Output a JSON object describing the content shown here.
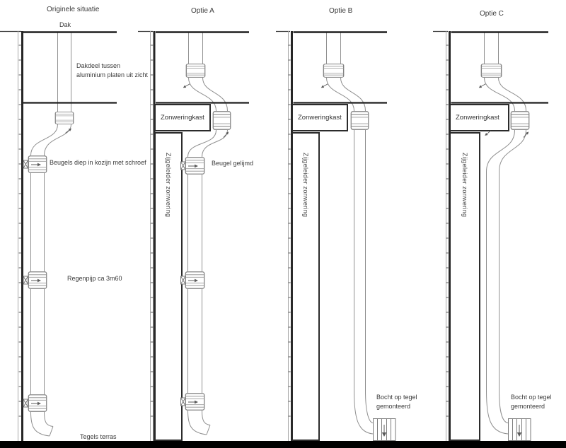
{
  "colors": {
    "line-dark": "#1f1f1f",
    "wall-light": "#a8a8a8",
    "pipe": "#8f8f8f",
    "text": "#3a3a3a",
    "ground": "#000000",
    "box-border": "#2b2b2b"
  },
  "panels": [
    {
      "id": "original",
      "title": "Originele situatie",
      "labels": {
        "dak": "Dak",
        "dakdeel": "Dakdeel tussen aluminium platen uit zicht",
        "beugels": "Beugels diep in kozijn met schroef",
        "regenpijp": "Regenpijp ca 3m60",
        "tegels": "Tegels terras"
      }
    },
    {
      "id": "optie-a",
      "title": "Optie A",
      "labels": {
        "zonweringkast": "Zonweringkast",
        "zijgeleider": "Zijgeleider zonwering",
        "beugel": "Beugel gelijmd"
      }
    },
    {
      "id": "optie-b",
      "title": "Optie B",
      "labels": {
        "zonweringkast": "Zonweringkast",
        "zijgeleider": "Zijgeleider zonwering",
        "bocht": "Bocht op tegel gemonteerd"
      }
    },
    {
      "id": "optie-c",
      "title": "Optie C",
      "labels": {
        "zonweringkast": "Zonweringkast",
        "zijgeleider": "Zijgeleider zonwering",
        "bocht": "Bocht op tegel gemonteerd"
      }
    }
  ]
}
